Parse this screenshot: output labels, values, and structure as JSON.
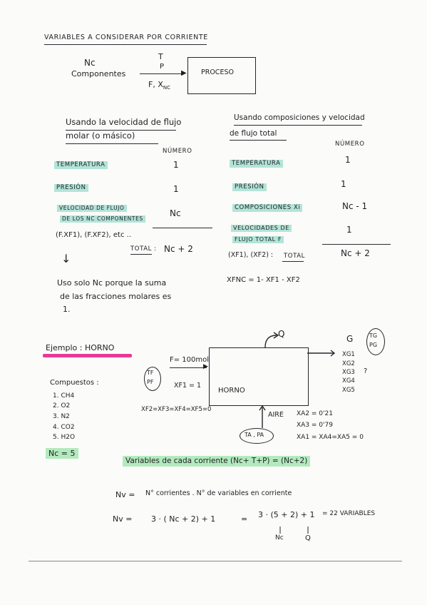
{
  "header": {
    "title": "VARIABLES A CONSIDERAR POR CORRIENTE"
  },
  "proceso": {
    "nc": "Nc",
    "componentes": "Componentes",
    "t": "T",
    "p": "P",
    "flow": "F, X",
    "flow_sub": "NC",
    "box_label": "PROCESO"
  },
  "left": {
    "heading_1": "Usando la velocidad de flujo",
    "heading_2": "molar (o másico)",
    "col_header": "NÚMERO",
    "rows": [
      {
        "label": "TEMPERATURA",
        "value": "1"
      },
      {
        "label": "PRESIÓN",
        "value": "1"
      },
      {
        "label": "VELOCIDAD DE FLUJO",
        "label2": "DE LOS NC COMPONENTES",
        "value": "Nc"
      }
    ],
    "extra": "(F.XF1), (F.XF2), etc ..",
    "total_label": "TOTAL :",
    "total_value": "Nc + 2",
    "note_1": "Uso solo Nc porque la suma",
    "note_2": "de las fracciones molares es",
    "note_3": "1."
  },
  "right": {
    "heading_1": "Usando composiciones y velocidad",
    "heading_2": "de flujo total",
    "col_header": "NÚMERO",
    "rows": [
      {
        "label": "TEMPERATURA",
        "value": "1"
      },
      {
        "label": "PRESIÓN",
        "value": "1"
      },
      {
        "label": "COMPOSICIONES Xi",
        "value": "Nc - 1"
      },
      {
        "label": "VELOCIDADES DE",
        "label2": "FLUJO TOTAL F",
        "value": "1"
      }
    ],
    "extra": "(XF1), (XF2) :",
    "total_label": "TOTAL",
    "total_value": "Nc + 2",
    "formula": "XFNC = 1- XF1 - XF2"
  },
  "ejemplo": {
    "title": "Ejemplo : HORNO",
    "compuestos_label": "Compuestos :",
    "compuestos": [
      "1. CH4",
      "2. O2",
      "3. N2",
      "4. CO2",
      "5. H2O"
    ],
    "nc_value": "Nc = 5",
    "f_label": "F= 100mol",
    "tf_pf_1": "TF",
    "tf_pf_2": "PF",
    "xf1": "XF1 = 1",
    "xf_rest": "XF2=XF3=XF4=XF5=0",
    "horno": "HORNO",
    "q": "Q",
    "g": "G",
    "tg": "TG",
    "pg": "PG",
    "g_list": [
      "XG1",
      "XG2",
      "XG3",
      "XG4",
      "XG5"
    ],
    "question": "?",
    "aire": "AIRE",
    "ta_pa": "TA , PA",
    "xa2": "XA2 = 0'21",
    "xa3": "XA3 = 0'79",
    "xa_rest": "XA1 = XA4=XA5 = 0",
    "variables_line": "Variables de cada corriente (Nc+ T+P) = (Nc+2)"
  },
  "nv": {
    "line1_lhs": "Nv =",
    "line1_rhs": "N° corrientes . N° de variables en corriente",
    "line2_lhs": "Nv =",
    "line2_mid": "3 · ( Nc + 2) + 1",
    "eq": "=",
    "line2_num": "3 · (5 + 2) + 1",
    "line2_res": "=  22 VARIABLES",
    "nc_sub": "Nc",
    "q_sub": "Q"
  }
}
